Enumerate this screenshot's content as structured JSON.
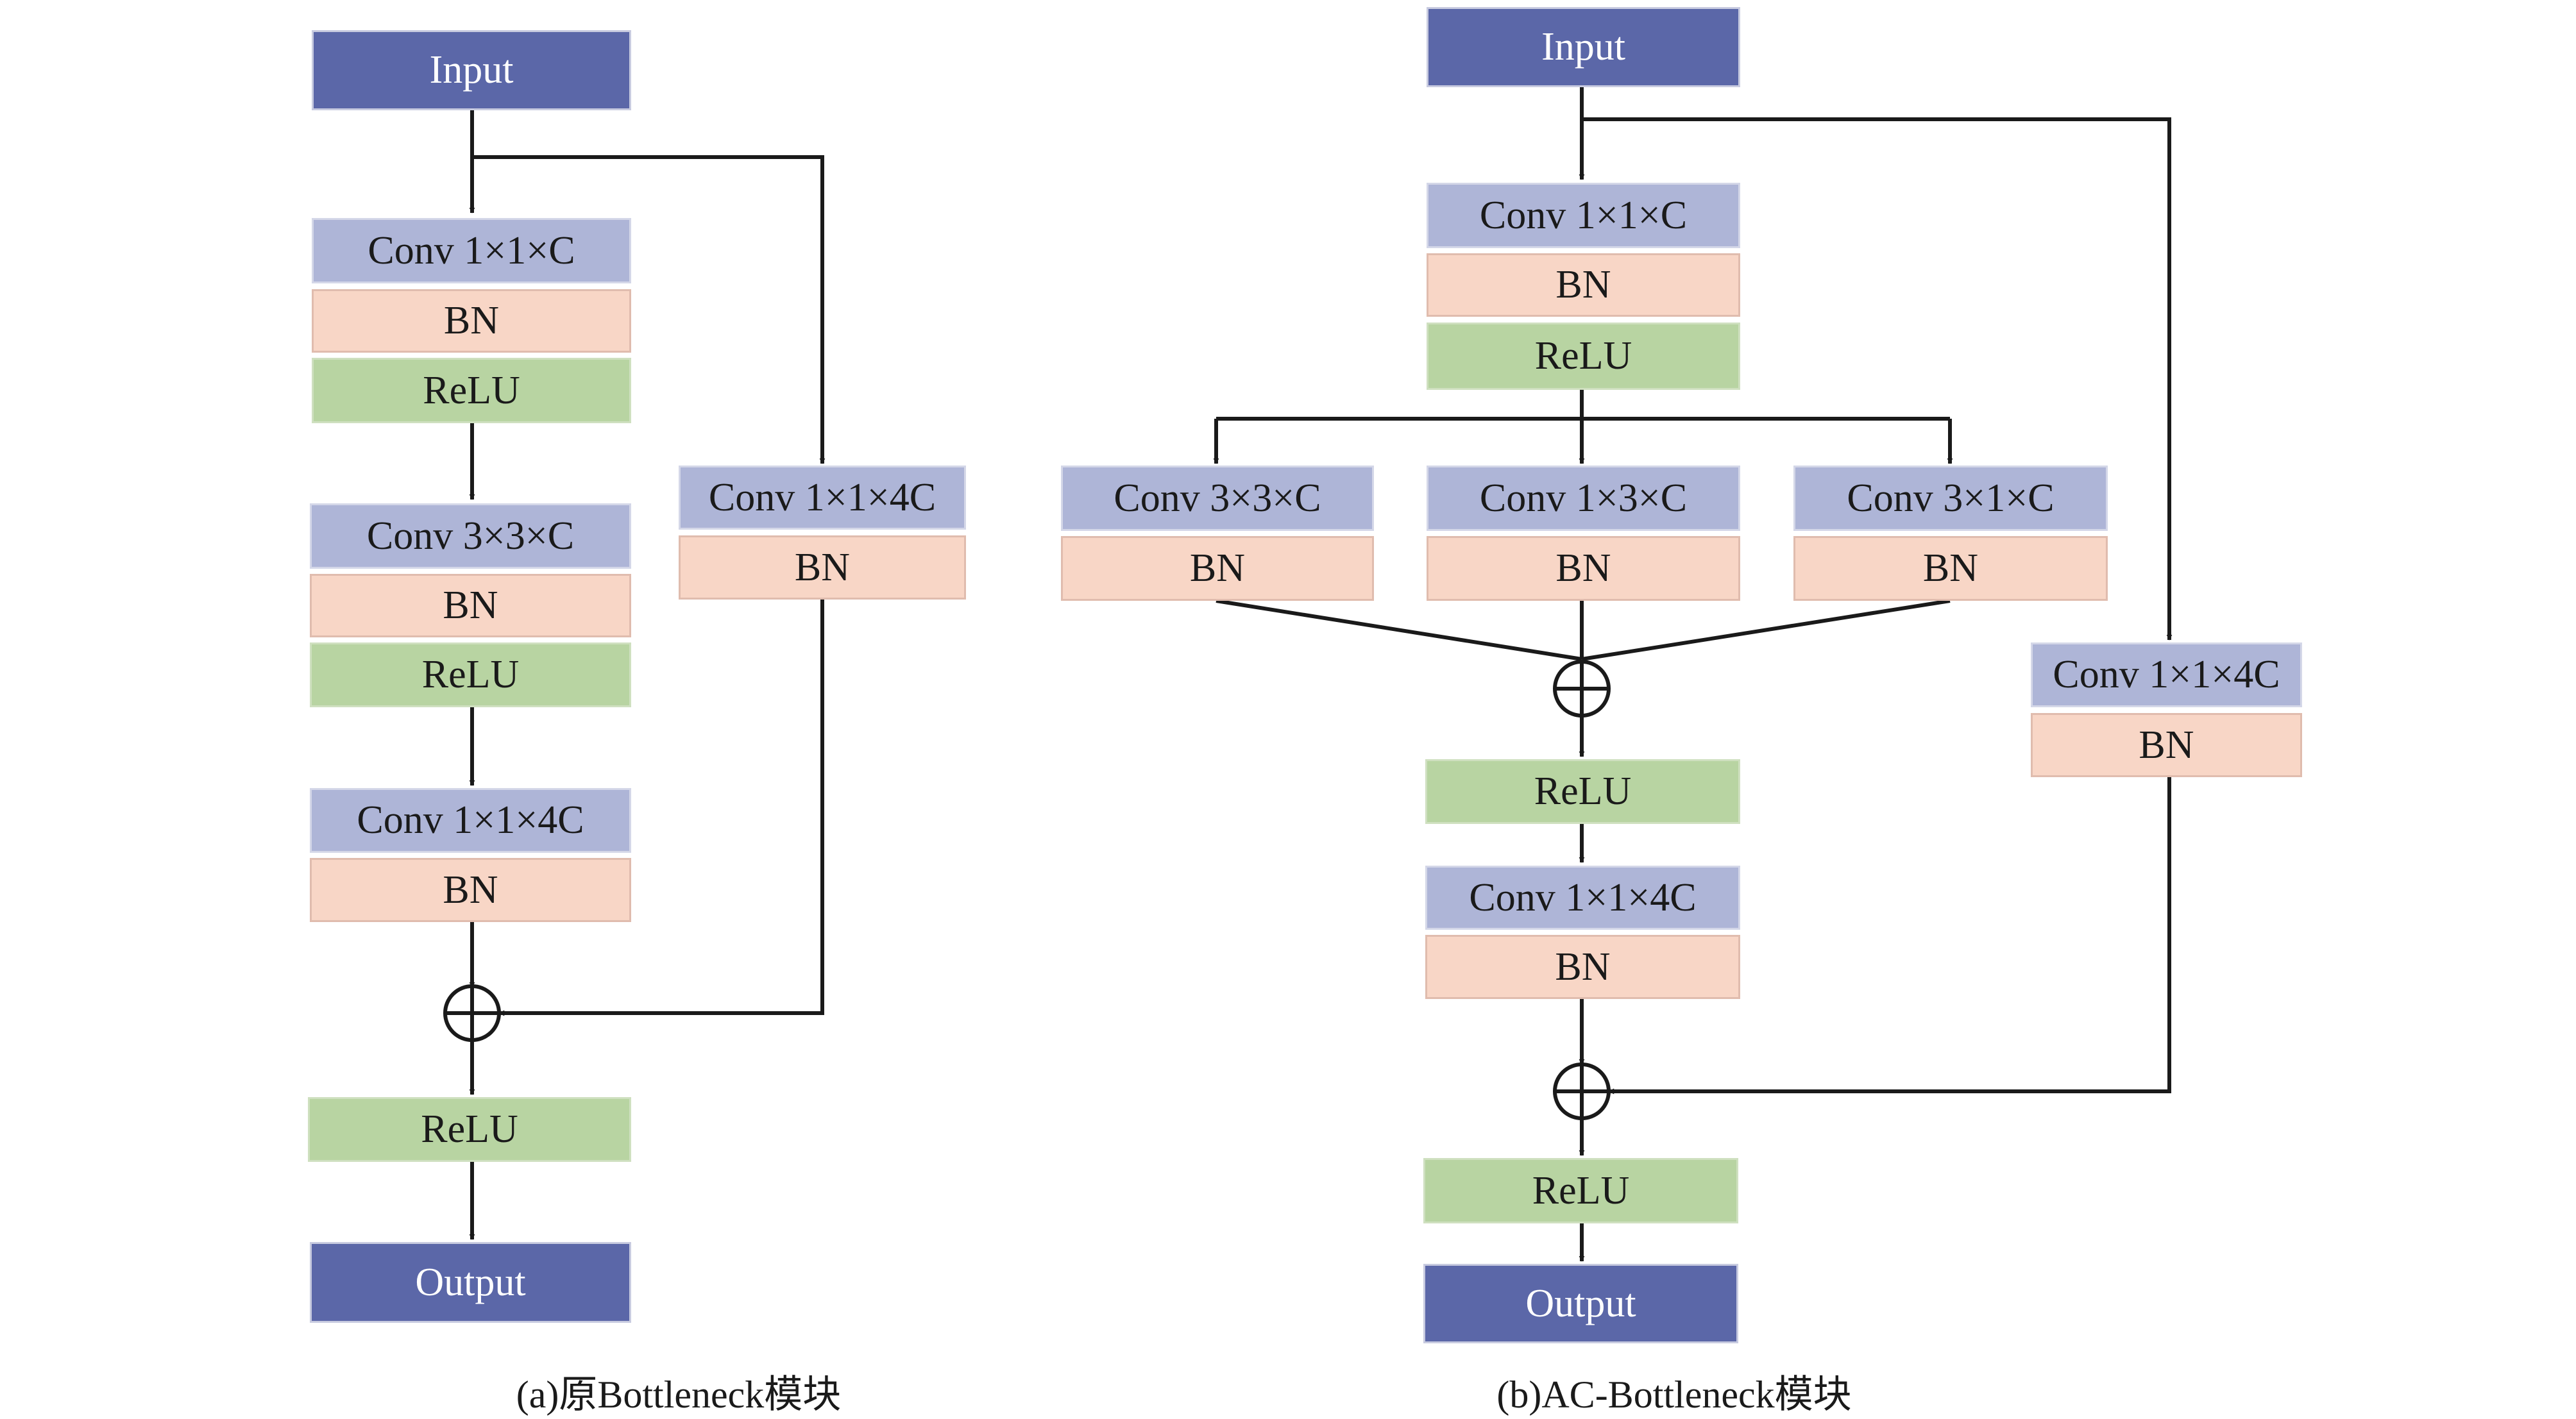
{
  "colors": {
    "io": "#5b67a8",
    "conv": "#aeb5d7",
    "bn": "#f8d6c6",
    "relu": "#b8d4a2",
    "line": "#1a1a1a"
  },
  "a": {
    "input": "Input",
    "conv1": "Conv 1×1×C",
    "bn1": "BN",
    "relu1": "ReLU",
    "conv2": "Conv 3×3×C",
    "bn2": "BN",
    "relu2": "ReLU",
    "conv3": "Conv 1×1×4C",
    "bn3": "BN",
    "shortcut_conv": "Conv 1×1×4C",
    "shortcut_bn": "BN",
    "relu_out": "ReLU",
    "output": "Output",
    "caption": "(a)原Bottleneck模块"
  },
  "b": {
    "input": "Input",
    "conv1": "Conv 1×1×C",
    "bn1": "BN",
    "relu1": "ReLU",
    "conv_left": "Conv 3×3×C",
    "bn_left": "BN",
    "conv_mid": "Conv 1×3×C",
    "bn_mid": "BN",
    "conv_right": "Conv 3×1×C",
    "bn_right": "BN",
    "relu2": "ReLU",
    "conv3": "Conv 1×1×4C",
    "bn3": "BN",
    "shortcut_conv": "Conv 1×1×4C",
    "shortcut_bn": "BN",
    "relu_out": "ReLU",
    "output": "Output",
    "caption": "(b)AC-Bottleneck模块"
  }
}
